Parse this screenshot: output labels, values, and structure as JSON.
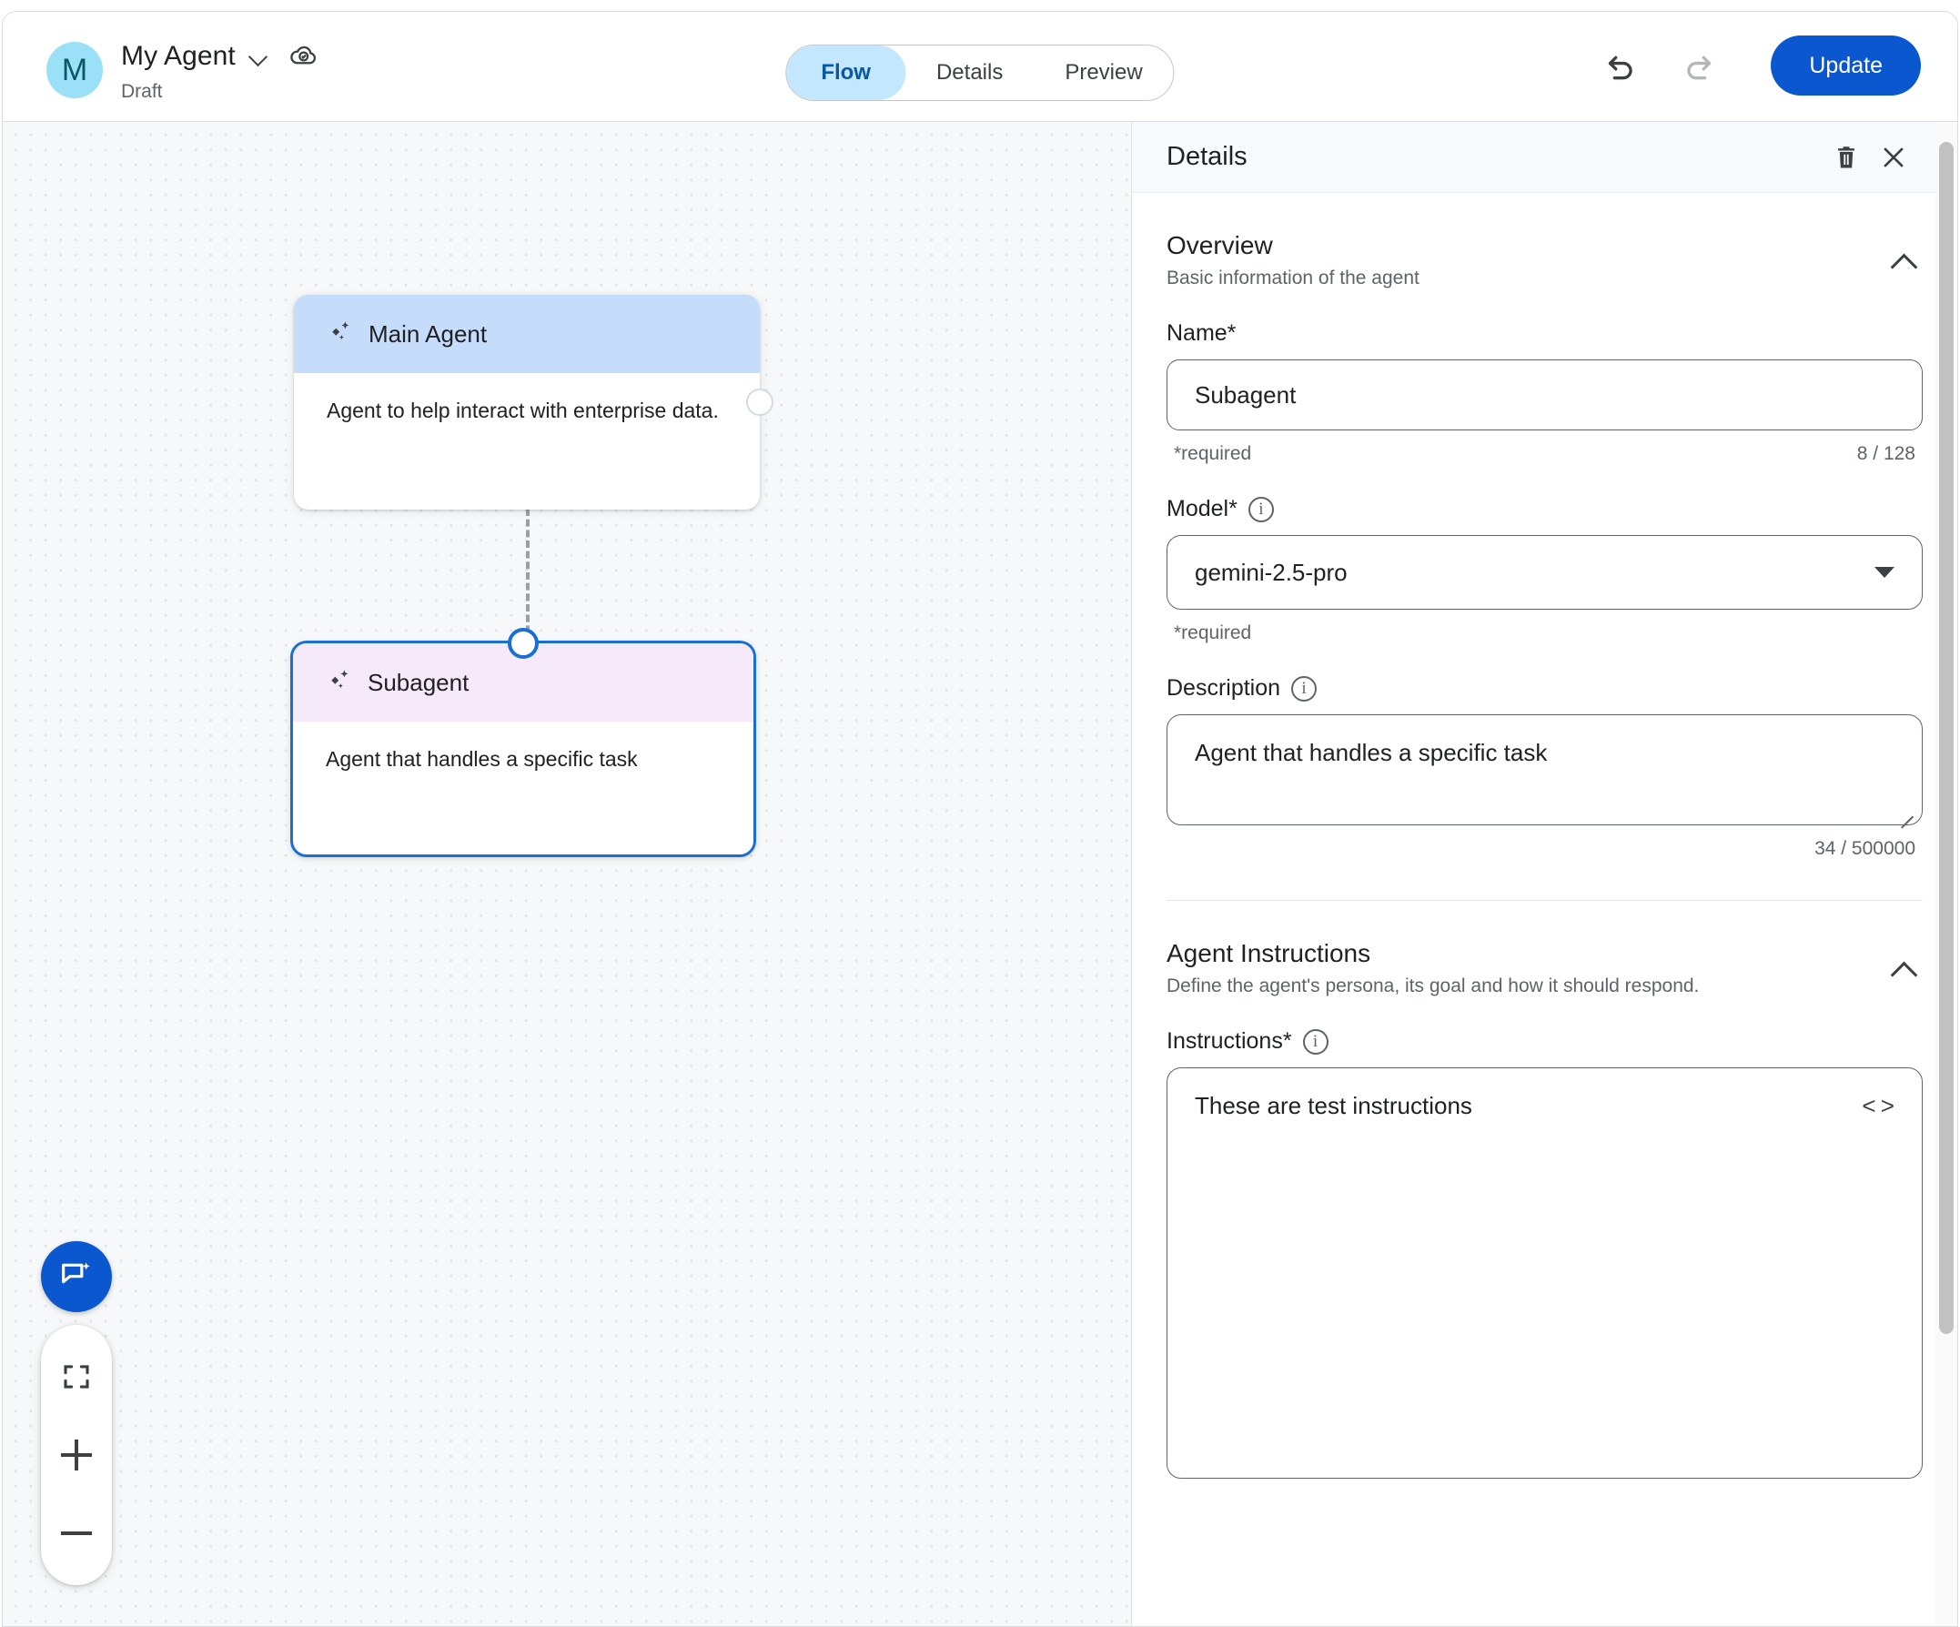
{
  "header": {
    "avatar_letter": "M",
    "agent_name": "My Agent",
    "agent_status": "Draft",
    "dropdown_icon": "chevron-down-icon",
    "cloud_icon": "cloud-saved-icon",
    "tabs": [
      {
        "label": "Flow",
        "active": true
      },
      {
        "label": "Details",
        "active": false
      },
      {
        "label": "Preview",
        "active": false
      }
    ],
    "undo_icon": "undo-icon",
    "redo_icon": "redo-icon",
    "update_label": "Update"
  },
  "canvas": {
    "nodes": [
      {
        "title": "Main Agent",
        "description": "Agent to help interact with enterprise data.",
        "icon": "sparkle-icon",
        "header_color": "#c5dcfa",
        "selected": false
      },
      {
        "title": "Subagent",
        "description": "Agent that handles a specific task",
        "icon": "sparkle-icon",
        "header_color": "#f6e9fa",
        "selected": true
      }
    ],
    "controls": {
      "chat_fab_icon": "chat-sparkle-icon",
      "fit_view_icon": "fit-view-icon",
      "zoom_in_icon": "plus-icon",
      "zoom_out_icon": "minus-icon"
    },
    "selection_color": "#1a6fd4"
  },
  "panel": {
    "title": "Details",
    "delete_icon": "trash-icon",
    "close_icon": "close-icon",
    "overview": {
      "title": "Overview",
      "subtitle": "Basic information of the agent",
      "collapse_icon": "chevron-up-icon",
      "name": {
        "label": "Name*",
        "value": "Subagent",
        "helper": "*required",
        "counter": "8 / 128"
      },
      "model": {
        "label": "Model*",
        "info_icon": "info-icon",
        "value": "gemini-2.5-pro",
        "helper": "*required",
        "caret_icon": "caret-down-icon"
      },
      "description": {
        "label": "Description",
        "info_icon": "info-icon",
        "value": "Agent that handles a specific task",
        "counter": "34 / 500000"
      }
    },
    "instructions_section": {
      "title": "Agent Instructions",
      "subtitle": "Define the agent's persona, its goal and how it should respond.",
      "collapse_icon": "chevron-up-icon",
      "instructions": {
        "label": "Instructions*",
        "info_icon": "info-icon",
        "value": "These are test instructions",
        "code_icon": "code-brackets-icon"
      }
    }
  },
  "colors": {
    "accent": "#0b57d0",
    "tab_active_bg": "#c2e7ff",
    "tab_active_text": "#0b57a4",
    "main_node_header": "#c5dcfa",
    "sub_node_header": "#f6e9fa",
    "avatar_bg": "#9ae0f7"
  }
}
